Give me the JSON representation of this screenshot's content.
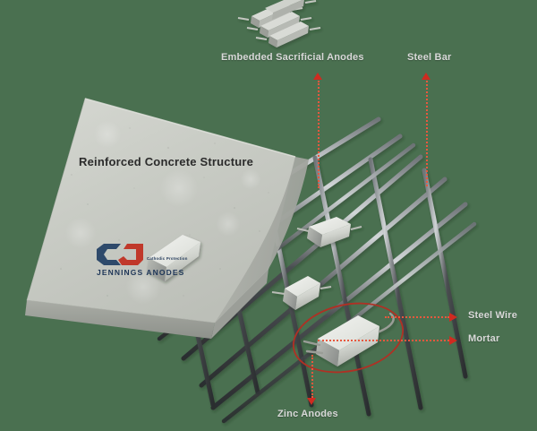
{
  "meta": {
    "background_color": "#4a7050",
    "accent_color": "#cf2b20",
    "concrete_color": "#c9cbc4",
    "rebar_color": "#3a3d3f",
    "title": "Reinforced concrete cathodic protection diagram"
  },
  "labels": {
    "embedded_anodes": "Embedded Sacrificial Anodes",
    "steel_bar": "Steel Bar",
    "steel_wire": "Steel Wire",
    "mortar": "Mortar",
    "zinc_anodes": "Zinc Anodes",
    "structure": "Reinforced Concrete Structure"
  },
  "logo": {
    "tagline": "Cathodic Protection",
    "name": "JENNINGS ANODES",
    "mark_blue": "#2e4a6b",
    "mark_red": "#c0392b"
  },
  "callouts": [
    {
      "name": "embedded-sacrificial-anodes",
      "direction": "up"
    },
    {
      "name": "steel-bar",
      "direction": "up"
    },
    {
      "name": "steel-wire",
      "direction": "right"
    },
    {
      "name": "mortar",
      "direction": "right"
    },
    {
      "name": "zinc-anodes",
      "direction": "down"
    }
  ]
}
